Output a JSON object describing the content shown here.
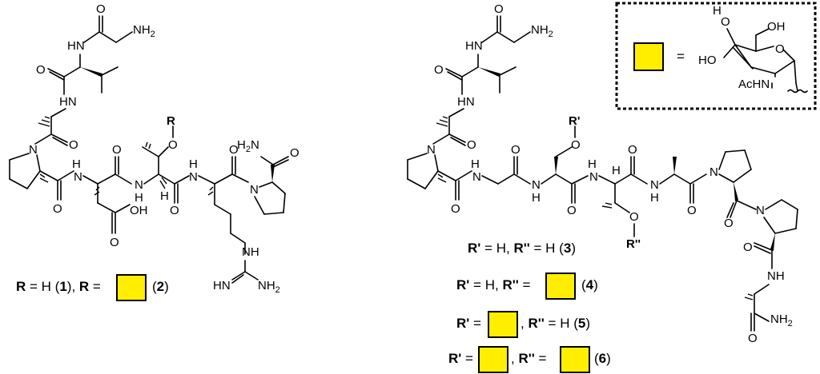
{
  "atoms": {
    "nh2": "NH",
    "nh2_sub": "2",
    "hn": "HN",
    "h2n": "H",
    "h2n_sub": "2",
    "h2n_n": "N",
    "o": "O",
    "n": "N",
    "h": "H",
    "oh": "OH",
    "r": "R",
    "r1": "R'",
    "r2": "R''",
    "achn": "AcHN",
    "ho": "HO",
    "equals": "="
  },
  "legend_left": {
    "r_bold": "R",
    "eq_h": " = H (",
    "num1": "1",
    "close_comma": "), ",
    "r_bold_2": "R",
    "eq": " = ",
    "open2": "(",
    "num2": "2",
    "close2": ")"
  },
  "legend_right": {
    "line3_a": "R'",
    "line3_b": " = H, ",
    "line3_c": "R''",
    "line3_d": " = H (",
    "line3_num": "3",
    "line3_e": ")",
    "line4_a": "R'",
    "line4_b": " = H, ",
    "line4_c": "R''",
    "line4_d": " = ",
    "line4_num": "4",
    "line5_a": "R'",
    "line5_b": " = ",
    "line5_c": "R''",
    "line5_d": " = H (",
    "line5_num": "5",
    "line6_a": "R'",
    "line6_b": " = ",
    "line6_c": "R''",
    "line6_d": " = ",
    "line6_num": "6",
    "paren_open": "(",
    "paren_close": ")"
  },
  "colors": {
    "sugar_square": "#ffee00",
    "ink": "#000000"
  }
}
